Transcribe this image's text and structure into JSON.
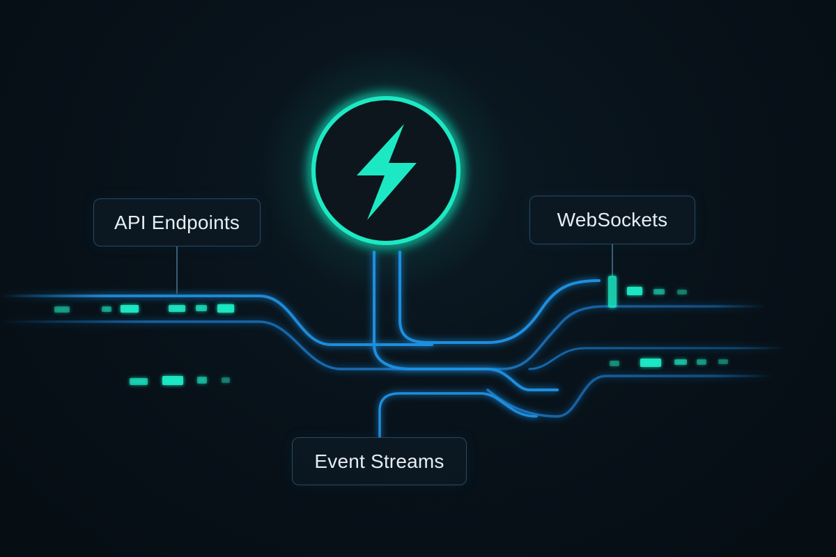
{
  "labels": {
    "api_endpoints": "API Endpoints",
    "websockets": "WebSockets",
    "event_streams": "Event Streams"
  },
  "hub": {
    "icon": "lightning-bolt-icon"
  },
  "colors": {
    "background": "#08121a",
    "accent_teal": "#1de9c4",
    "line_blue": "#1f8fe0",
    "label_border": "#2a4a63",
    "label_text": "#e6eef4"
  }
}
